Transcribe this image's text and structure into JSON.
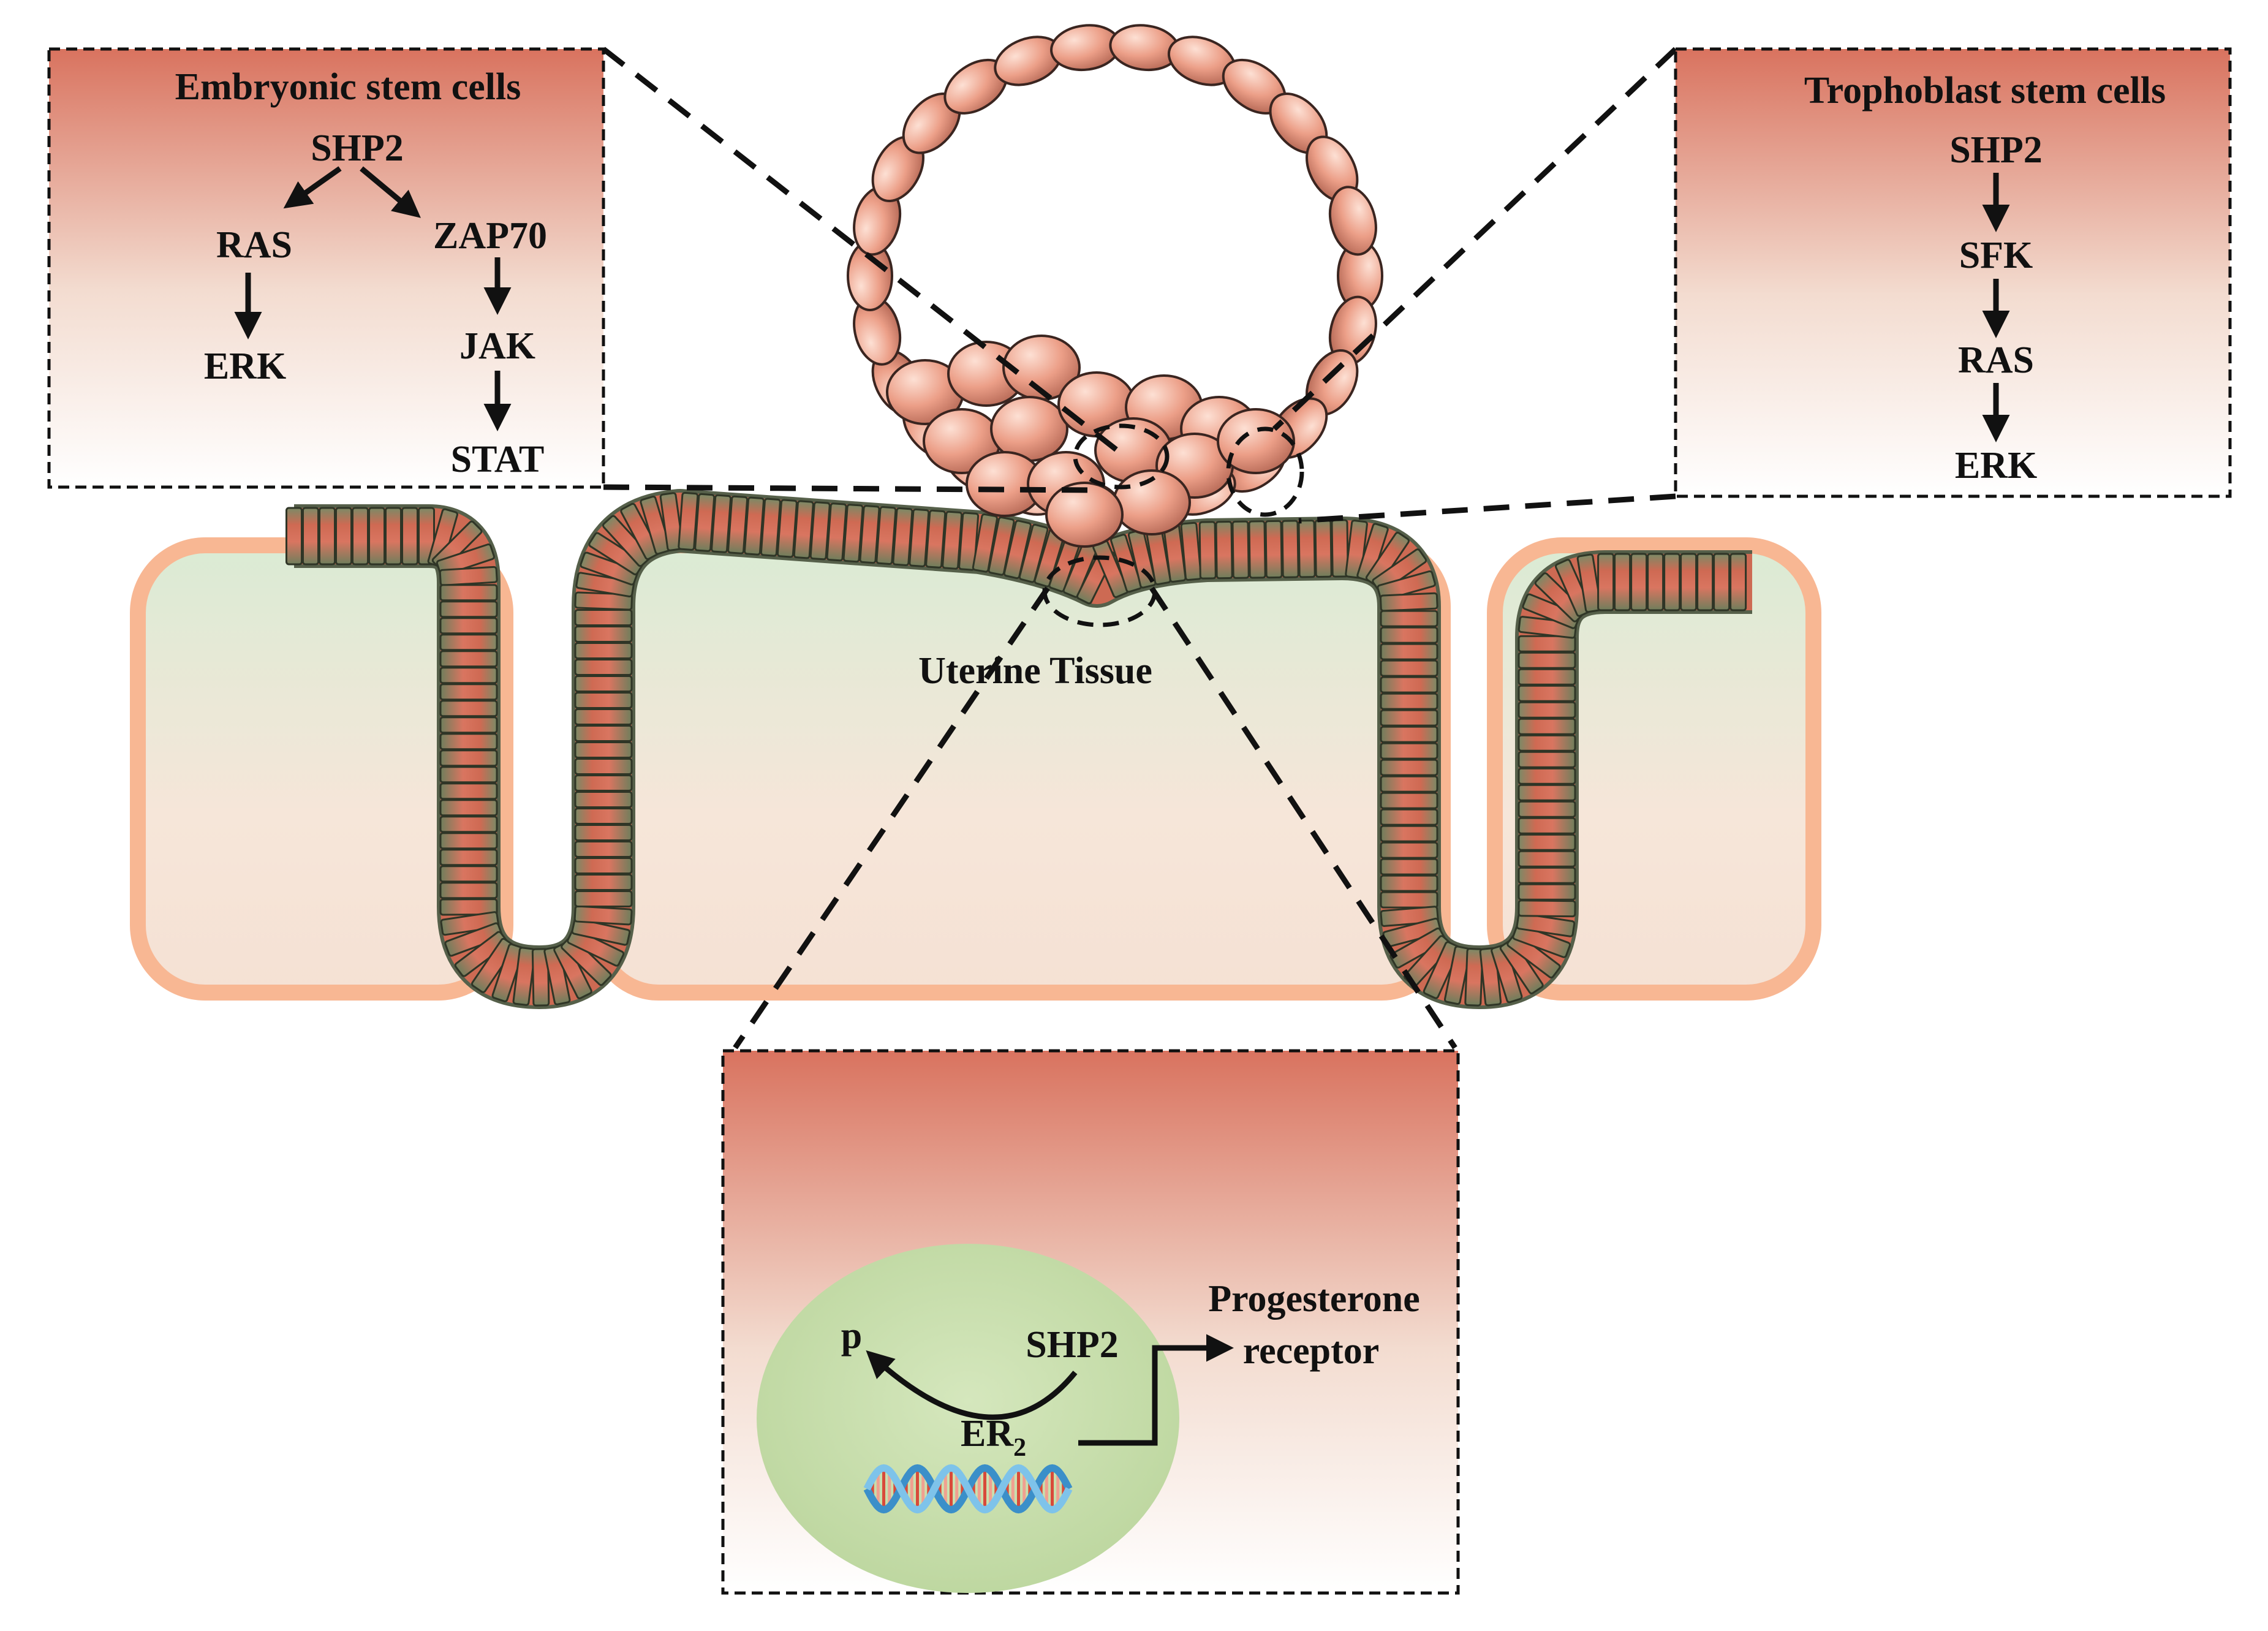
{
  "embryonic_panel": {
    "title": "Embryonic stem cells",
    "nodes": {
      "shp2": "SHP2",
      "ras": "RAS",
      "erk": "ERK",
      "zap70": "ZAP70",
      "jak": "JAK",
      "stat": "STAT"
    }
  },
  "trophoblast_panel": {
    "title": "Trophoblast stem cells",
    "nodes": {
      "shp2": "SHP2",
      "sfk": "SFK",
      "ras": "RAS",
      "erk": "ERK"
    }
  },
  "uterus": {
    "label": "Uterine Tissue"
  },
  "nucleus_panel": {
    "p_label": "p",
    "shp2_label": "SHP2",
    "er_label": "ER",
    "er_subscript": "2",
    "pr_line1": "Progesterone",
    "pr_line2": "receptor"
  },
  "colors": {
    "panel_top": "#d9735f",
    "panel_bottom": "#ffffff",
    "epithelium": "#d86b55",
    "epithelium_edge": "#56604a",
    "tissue_fill": "#f5e3d6",
    "tissue_glow": "#f7b58f",
    "tissue_green": "#d9ead2",
    "blastocyst_cell": "#e79c85",
    "nucleus": "#c9dfad"
  }
}
